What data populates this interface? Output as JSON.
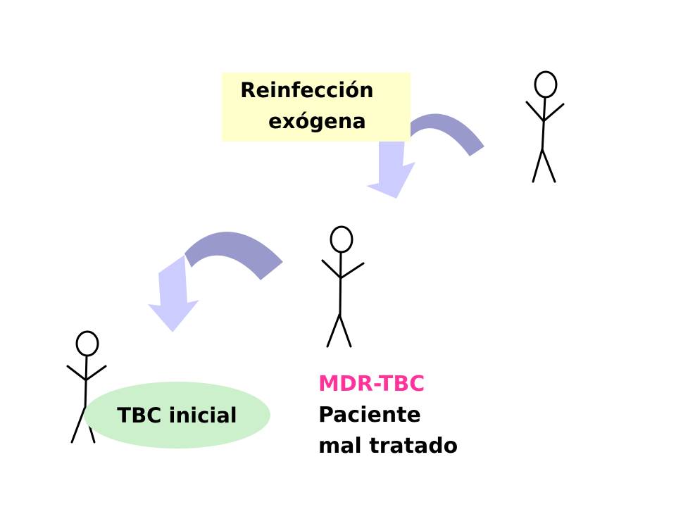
{
  "diagram": {
    "reinfeccion": {
      "line1": "Reinfección",
      "line2": "exógena",
      "fill": "#ffffcc"
    },
    "tbc_inicial": {
      "label": "TBC inicial",
      "fill": "#ccf0cc"
    },
    "mdr": {
      "title": "MDR-TBC",
      "title_color": "#ff3399",
      "line1": "Paciente",
      "line2": "mal tratado"
    },
    "arrow_colors": {
      "light": "#ccccff",
      "dark": "#9999cc"
    },
    "icons": [
      "stick-figure-icon",
      "curved-arrow-icon"
    ]
  }
}
